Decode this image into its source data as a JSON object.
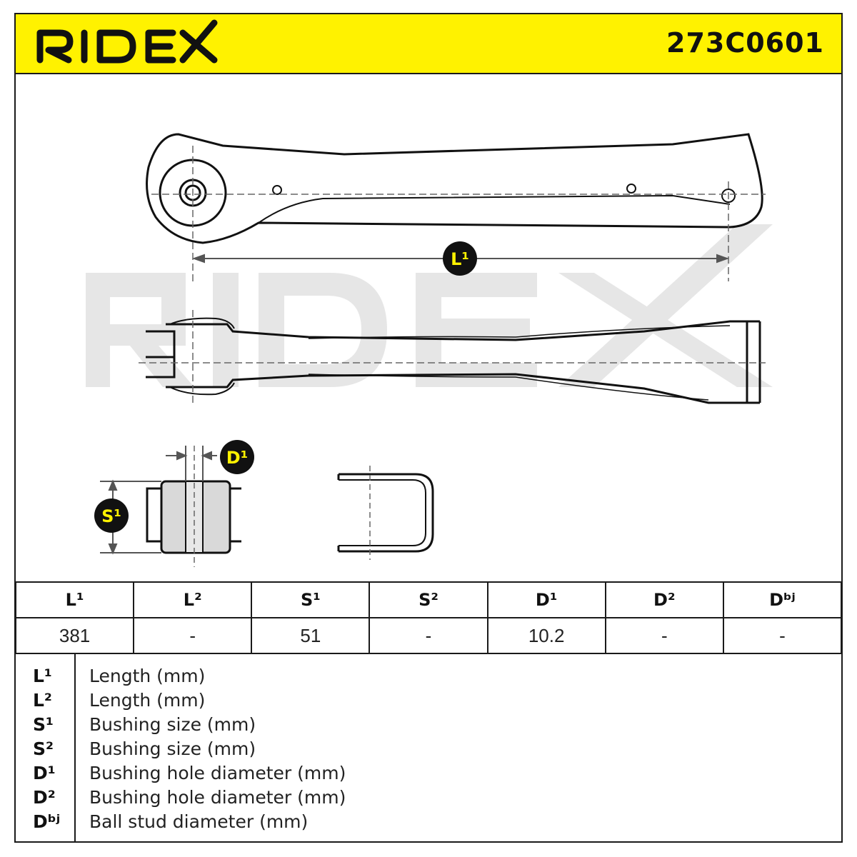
{
  "brand": "RIDEX",
  "part_number": "273C0601",
  "watermark": "RIDEX",
  "dimension_labels": {
    "length": "L¹",
    "bushing_hole": "D¹",
    "bushing_size": "S¹"
  },
  "table": {
    "headers": [
      "L¹",
      "L²",
      "S¹",
      "S²",
      "D¹",
      "D²",
      "Dᵇʲ"
    ],
    "values": [
      "381",
      "-",
      "51",
      "-",
      "10.2",
      "-",
      "-"
    ]
  },
  "legend": [
    {
      "code": "L¹",
      "description": "Length (mm)"
    },
    {
      "code": "L²",
      "description": "Length (mm)"
    },
    {
      "code": "S¹",
      "description": "Bushing size (mm)"
    },
    {
      "code": "S²",
      "description": "Bushing size (mm)"
    },
    {
      "code": "D¹",
      "description": "Bushing hole diameter (mm)"
    },
    {
      "code": "D²",
      "description": "Bushing hole diameter (mm)"
    },
    {
      "code": "Dᵇʲ",
      "description": "Ball stud diameter (mm)"
    }
  ],
  "colors": {
    "header_bg": "#fff200",
    "badge_bg": "#111111",
    "badge_text": "#fff200",
    "watermark": "#e6e6e6",
    "bushing_fill": "#d9d9d9"
  }
}
